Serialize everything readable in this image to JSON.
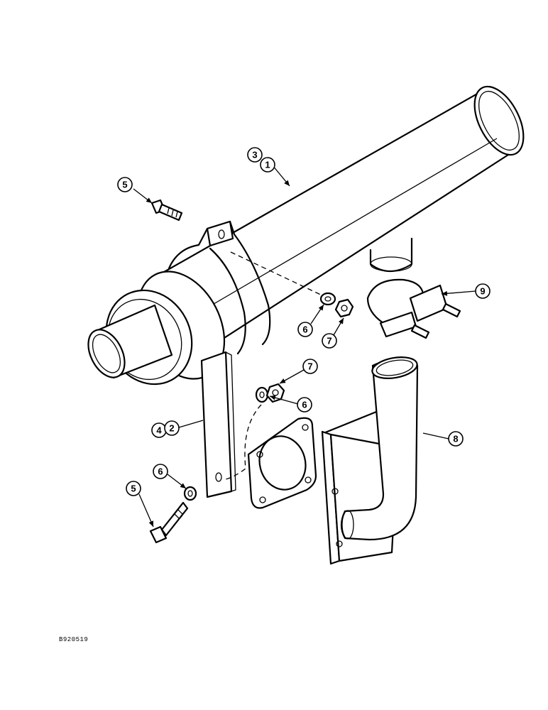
{
  "figure_id": "B920519",
  "callouts": {
    "c1": "1",
    "c2": "2",
    "c3": "3",
    "c4": "4",
    "c5a": "5",
    "c5b": "5",
    "c6a": "6",
    "c6b": "6",
    "c6c": "6",
    "c7a": "7",
    "c7b": "7",
    "c8": "8",
    "c9": "9"
  },
  "parts": [
    "muffler",
    "muffler-strap",
    "support-bracket",
    "bolt",
    "washer",
    "nut",
    "gasket",
    "exhaust-elbow",
    "u-bolt-clamp"
  ],
  "colors": {
    "line": "#000000",
    "background": "#ffffff"
  }
}
